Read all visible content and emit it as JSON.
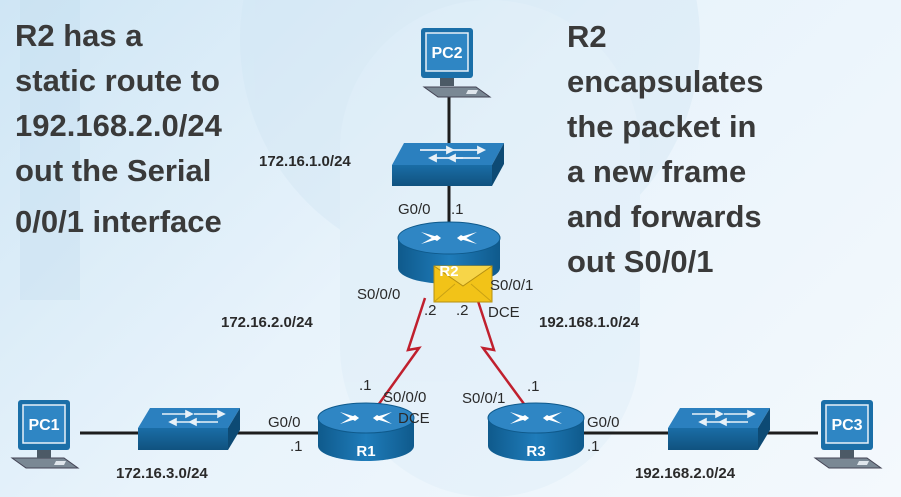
{
  "notes": {
    "left": [
      "R2 has a",
      "static route to",
      "192.168.2.0/24",
      "out the Serial",
      "0/0/1 interface"
    ],
    "right": [
      "R2",
      "encapsulates",
      "the packet in",
      "a new frame",
      "and forwards",
      "out S0/0/1"
    ]
  },
  "devices": {
    "pc1": "PC1",
    "pc2": "PC2",
    "pc3": "PC3",
    "r1": "R1",
    "r2": "R2",
    "r3": "R3"
  },
  "networks": {
    "top_lan": "172.16.1.0/24",
    "r1_r2_link": "172.16.2.0/24",
    "r2_r3_link": "192.168.1.0/24",
    "left_lan": "172.16.3.0/24",
    "right_lan": "192.168.2.0/24"
  },
  "interfaces": {
    "r2_g00": "G0/0",
    "r2_g00_host": ".1",
    "r2_s000": "S0/0/0",
    "r2_s000_host": ".2",
    "r2_s001": "S0/0/1",
    "r2_s001_host": ".2",
    "r2_dce": "DCE",
    "r1_s000": "S0/0/0",
    "r1_s000_host": ".1",
    "r1_dce": "DCE",
    "r1_g00": "G0/0",
    "r1_g00_host": ".1",
    "r3_s001": "S0/0/1",
    "r3_s001_host": ".1",
    "r3_g00": "G0/0",
    "r3_g00_host": ".1"
  },
  "colors": {
    "device_blue": "#1b6fa8",
    "serial_link": "#c0202e",
    "packet_envelope": "#f2c318",
    "note_text": "#3a3a3a"
  }
}
